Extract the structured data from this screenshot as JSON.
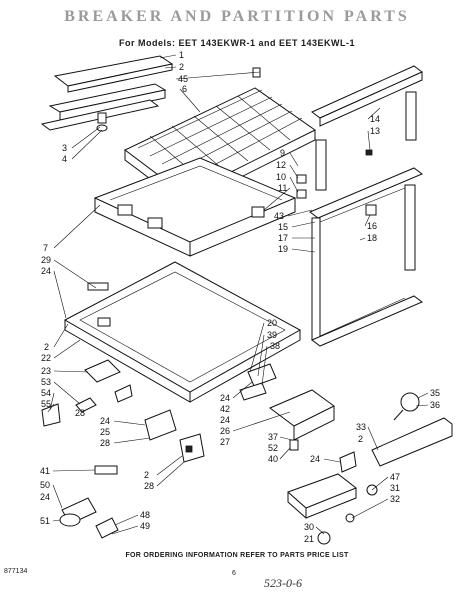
{
  "header": {
    "title": "BREAKER AND PARTITION PARTS",
    "models": "For Models: EET 143EKWR-1  and  EET 143EKWL-1"
  },
  "callouts": [
    {
      "id": "c1",
      "label": "1"
    },
    {
      "id": "c2",
      "label": "2"
    },
    {
      "id": "c45",
      "label": "45"
    },
    {
      "id": "c6",
      "label": "6"
    },
    {
      "id": "c3",
      "label": "3"
    },
    {
      "id": "c4",
      "label": "4"
    },
    {
      "id": "c14",
      "label": "14"
    },
    {
      "id": "c13",
      "label": "13"
    },
    {
      "id": "c9",
      "label": "9"
    },
    {
      "id": "c12",
      "label": "12"
    },
    {
      "id": "c10",
      "label": "10"
    },
    {
      "id": "c11",
      "label": "11"
    },
    {
      "id": "c43",
      "label": "43"
    },
    {
      "id": "c15",
      "label": "15"
    },
    {
      "id": "c17",
      "label": "17"
    },
    {
      "id": "c19",
      "label": "19"
    },
    {
      "id": "c16",
      "label": "16"
    },
    {
      "id": "c18",
      "label": "18"
    },
    {
      "id": "c7",
      "label": "7"
    },
    {
      "id": "c29",
      "label": "29"
    },
    {
      "id": "c24a",
      "label": "24"
    },
    {
      "id": "c2b",
      "label": "2"
    },
    {
      "id": "c22",
      "label": "22"
    },
    {
      "id": "c23",
      "label": "23"
    },
    {
      "id": "c53",
      "label": "53"
    },
    {
      "id": "c54",
      "label": "54"
    },
    {
      "id": "c55",
      "label": "55"
    },
    {
      "id": "c28a",
      "label": "28"
    },
    {
      "id": "c20",
      "label": "20"
    },
    {
      "id": "c39",
      "label": "39"
    },
    {
      "id": "c38",
      "label": "38"
    },
    {
      "id": "c24b",
      "label": "24"
    },
    {
      "id": "c42",
      "label": "42"
    },
    {
      "id": "c24c",
      "label": "24"
    },
    {
      "id": "c26",
      "label": "26"
    },
    {
      "id": "c27",
      "label": "27"
    },
    {
      "id": "c37",
      "label": "37"
    },
    {
      "id": "c52",
      "label": "52"
    },
    {
      "id": "c40",
      "label": "40"
    },
    {
      "id": "c35",
      "label": "35"
    },
    {
      "id": "c36",
      "label": "36"
    },
    {
      "id": "c33",
      "label": "33"
    },
    {
      "id": "c2c",
      "label": "2"
    },
    {
      "id": "c24d",
      "label": "24"
    },
    {
      "id": "c25",
      "label": "25"
    },
    {
      "id": "c28b",
      "label": "28"
    },
    {
      "id": "c2d",
      "label": "2"
    },
    {
      "id": "c28c",
      "label": "28"
    },
    {
      "id": "c41",
      "label": "41"
    },
    {
      "id": "c50",
      "label": "50"
    },
    {
      "id": "c24e",
      "label": "24"
    },
    {
      "id": "c51",
      "label": "51"
    },
    {
      "id": "c48",
      "label": "48"
    },
    {
      "id": "c49",
      "label": "49"
    },
    {
      "id": "c24f",
      "label": "24"
    },
    {
      "id": "c47",
      "label": "47"
    },
    {
      "id": "c31",
      "label": "31"
    },
    {
      "id": "c32",
      "label": "32"
    },
    {
      "id": "c30",
      "label": "30"
    },
    {
      "id": "c21",
      "label": "21"
    }
  ],
  "footer": {
    "note": "FOR ORDERING INFORMATION REFER TO PARTS PRICE LIST",
    "code": "877134",
    "page": "6",
    "handwritten": "523-0-6"
  }
}
